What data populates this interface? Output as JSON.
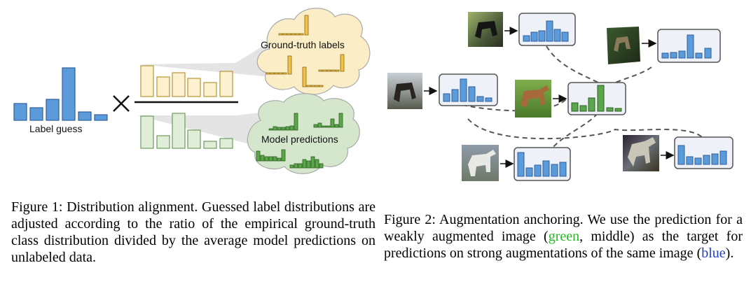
{
  "figure1": {
    "label_guess": "Label guess",
    "ground_truth_labels": "Ground-truth labels",
    "model_predictions": "Model predictions",
    "caption": "Figure 1: Distribution alignment. Guessed label distributions are adjusted according to the ratio of the empirical ground-truth class distribution divided by the average model predictions on unlabeled data."
  },
  "figure2": {
    "caption_start": "Figure 2:  Augmentation anchoring.  We use the prediction for a weakly augmented image (",
    "caption_green": "green",
    "caption_middle": ", middle) as the target for predictions on strong augmentations of the same image (",
    "caption_blue": "blue",
    "caption_end": ")."
  },
  "colors": {
    "blue_bar": "#5b9bdc",
    "yellow_bar": "#f0c24a",
    "light_yellow_bar": "#fdf1cf",
    "green_bar": "#5aa64a",
    "light_green_bar": "#e0edd8",
    "yellow_cloud": "#fbedc6",
    "green_cloud": "#d4e7cc",
    "panel_bg": "#eef2f8"
  }
}
